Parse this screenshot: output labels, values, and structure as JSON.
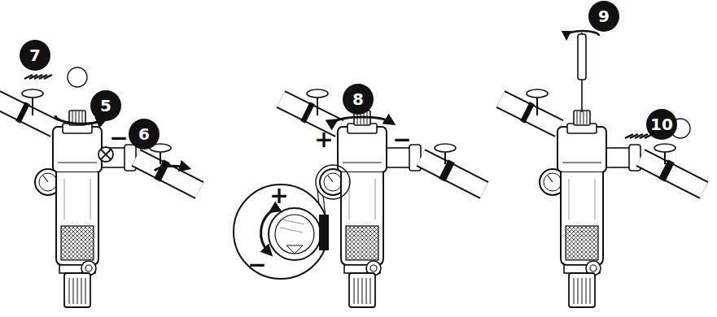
{
  "diagram": {
    "labels": [
      "7",
      "5",
      "−",
      "6",
      "8",
      "+",
      "−",
      "+",
      "−",
      "9",
      "10"
    ]
  }
}
